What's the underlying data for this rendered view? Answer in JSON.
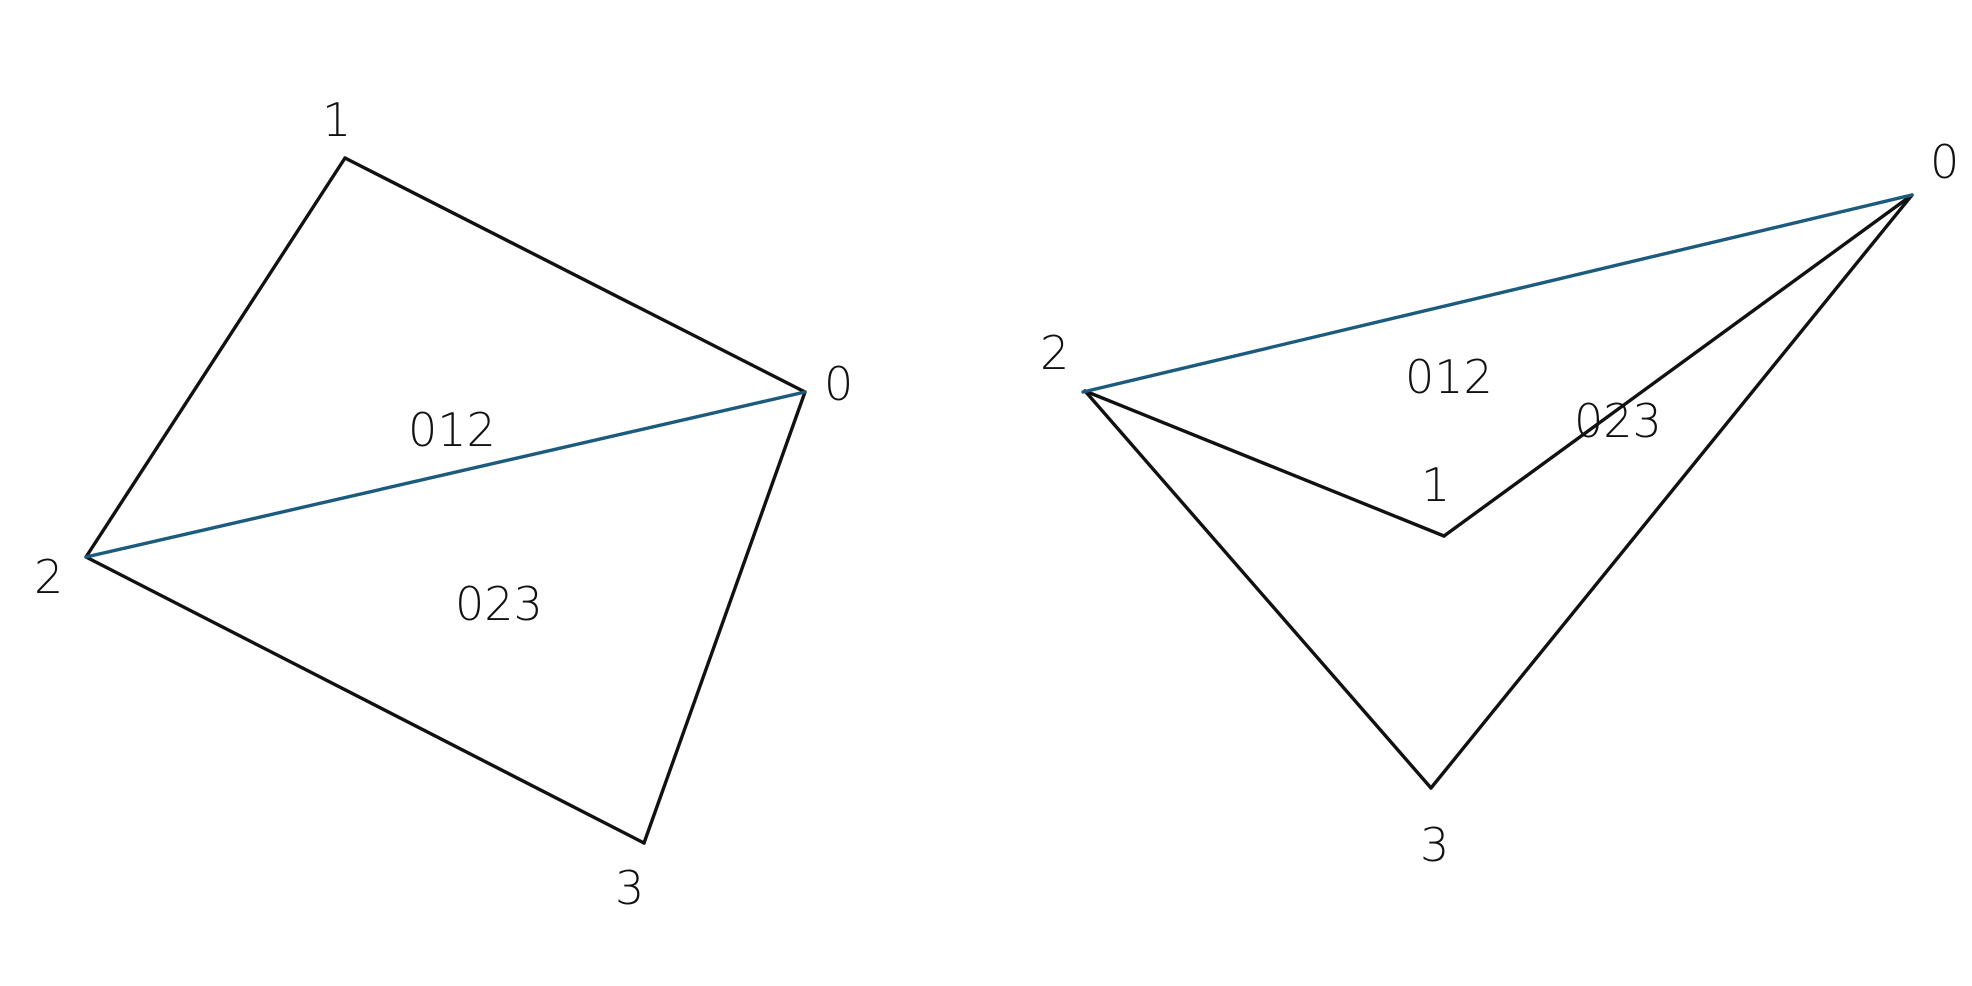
{
  "colors": {
    "edge": "#111111",
    "diagonal": "#1c5b7e",
    "text": "#111111",
    "background": "#ffffff"
  },
  "figures": [
    {
      "name": "convex-quad",
      "vertices": [
        {
          "id": "0",
          "label": "0"
        },
        {
          "id": "1",
          "label": "1"
        },
        {
          "id": "2",
          "label": "2"
        },
        {
          "id": "3",
          "label": "3"
        }
      ],
      "edges": [
        [
          "1",
          "0"
        ],
        [
          "1",
          "2"
        ],
        [
          "2",
          "3"
        ],
        [
          "3",
          "0"
        ]
      ],
      "diagonal": [
        "2",
        "0"
      ],
      "faces": [
        {
          "label": "012"
        },
        {
          "label": "023"
        }
      ]
    },
    {
      "name": "nonconvex-quad",
      "vertices": [
        {
          "id": "0",
          "label": "0"
        },
        {
          "id": "1",
          "label": "1"
        },
        {
          "id": "2",
          "label": "2"
        },
        {
          "id": "3",
          "label": "3"
        }
      ],
      "edges": [
        [
          "2",
          "1"
        ],
        [
          "1",
          "0"
        ],
        [
          "2",
          "3"
        ],
        [
          "3",
          "0"
        ]
      ],
      "diagonal": [
        "2",
        "0"
      ],
      "faces": [
        {
          "label": "012"
        },
        {
          "label": "023"
        }
      ]
    }
  ]
}
